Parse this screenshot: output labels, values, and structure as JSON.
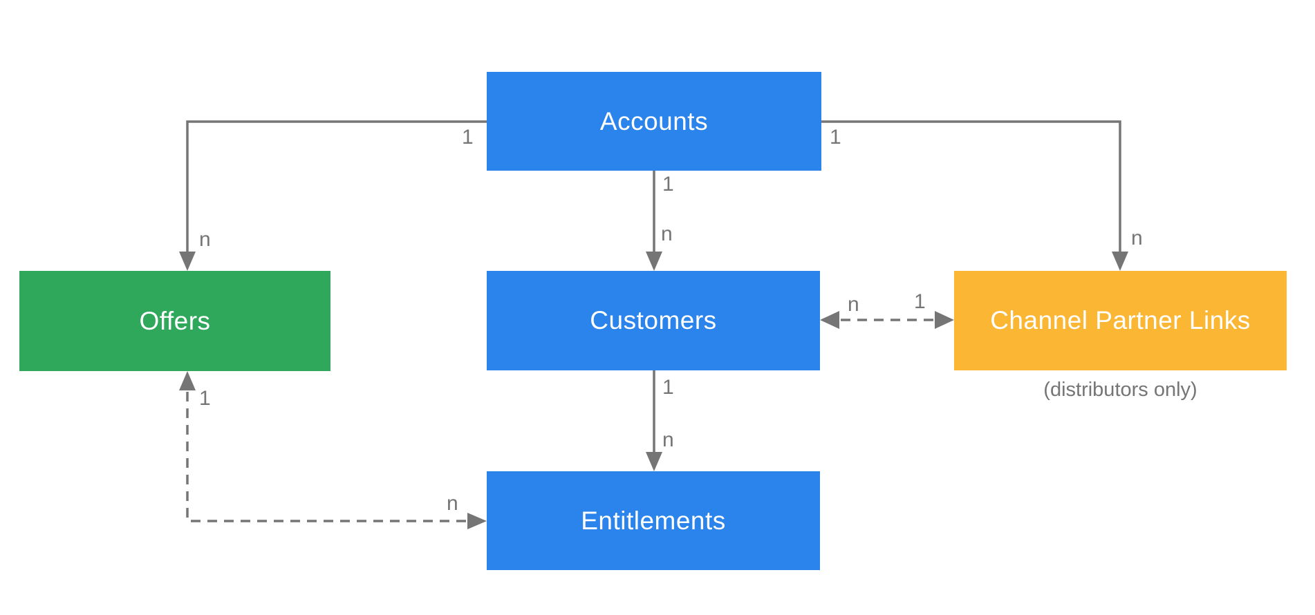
{
  "diagram": {
    "type": "entity-relationship",
    "colors": {
      "entity_blue": "#2B84EC",
      "offers_green": "#2FA85C",
      "channel_orange": "#FBB734",
      "connector_gray": "#757575",
      "node_text": "#FFFFFF",
      "background": "#FFFFFF"
    },
    "nodes": {
      "accounts": {
        "label": "Accounts"
      },
      "offers": {
        "label": "Offers"
      },
      "customers": {
        "label": "Customers"
      },
      "channel_partner_links": {
        "label": "Channel Partner Links",
        "caption": "(distributors only)"
      },
      "entitlements": {
        "label": "Entitlements"
      }
    },
    "edges": [
      {
        "id": "accounts-offers",
        "from": "Accounts",
        "to": "Offers",
        "style": "solid",
        "bidirectional": false,
        "from_label": "1",
        "to_label": "n"
      },
      {
        "id": "accounts-customers",
        "from": "Accounts",
        "to": "Customers",
        "style": "solid",
        "bidirectional": false,
        "from_label": "1",
        "to_label": "n"
      },
      {
        "id": "accounts-channel-partner-links",
        "from": "Accounts",
        "to": "Channel Partner Links",
        "style": "solid",
        "bidirectional": false,
        "from_label": "1",
        "to_label": "n"
      },
      {
        "id": "customers-channel-partner-links",
        "from": "Customers",
        "to": "Channel Partner Links",
        "style": "dashed",
        "bidirectional": true,
        "from_label": "n",
        "to_label": "1"
      },
      {
        "id": "customers-entitlements",
        "from": "Customers",
        "to": "Entitlements",
        "style": "solid",
        "bidirectional": false,
        "from_label": "1",
        "to_label": "n"
      },
      {
        "id": "offers-entitlements",
        "from": "Offers",
        "to": "Entitlements",
        "style": "dashed",
        "bidirectional": true,
        "from_label": "1",
        "to_label": "n"
      }
    ]
  }
}
